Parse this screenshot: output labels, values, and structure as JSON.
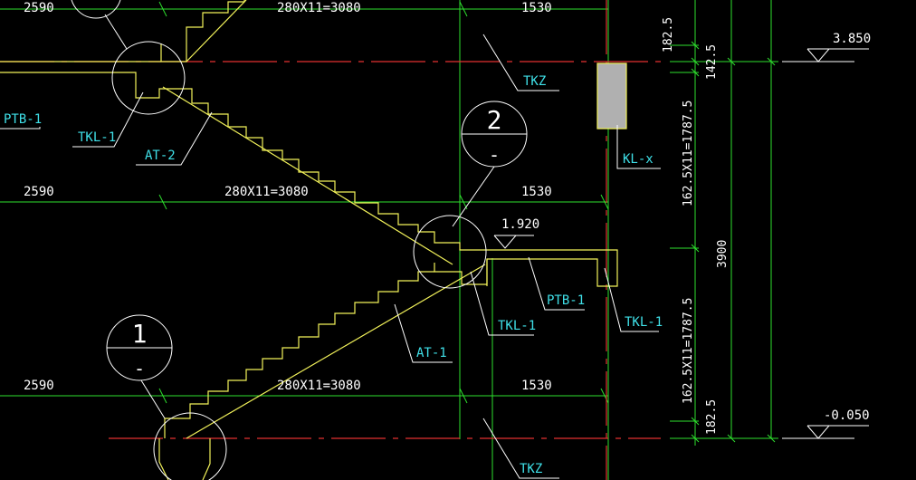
{
  "dims": {
    "top_left": "2590",
    "top_mid": "280X11=3080",
    "top_right": "1530",
    "mid_left": "2590",
    "mid_mid": "280X11=3080",
    "mid_right": "1530",
    "bot_left": "2590",
    "bot_mid": "280X11=3080",
    "bot_right": "1530",
    "v_182_top": "182.5",
    "v_142": "142.5",
    "v_flight_top": "162.5X11=1787.5",
    "v_3900": "3900",
    "v_flight_bot": "162.5X11=1787.5",
    "v_182_bot": "182.5"
  },
  "levels": {
    "top": "3.850",
    "mid": "1.920",
    "bottom": "-0.050"
  },
  "labels": {
    "ptb1_left": "PTB-1",
    "tkl1_left": "TKL-1",
    "at2": "AT-2",
    "tkz_top": "TKZ",
    "kl": "KL-x",
    "tkl1_mid": "TKL-1",
    "ptb1_mid": "PTB-1",
    "tkl1_right": "TKL-1",
    "at1": "AT-1",
    "tkz_bot": "TKZ"
  },
  "bubbles": {
    "b2_num": "2",
    "b2_sub": "-",
    "b1_num": "1",
    "b1_sub": "-"
  }
}
